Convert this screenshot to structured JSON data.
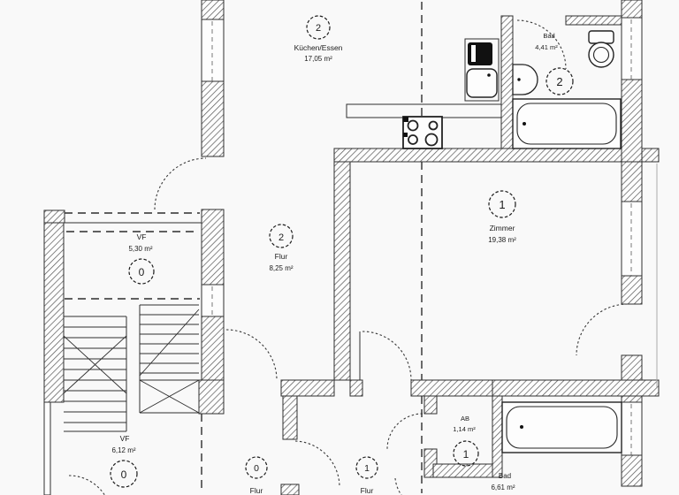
{
  "rooms": {
    "kitchen": {
      "number": "2",
      "name": "Küchen/Essen",
      "area": "17,05 m²"
    },
    "bad_top": {
      "number": "2",
      "name": "Bad",
      "area": "4,41 m²"
    },
    "zimmer": {
      "number": "1",
      "name": "Zimmer",
      "area": "19,38 m²"
    },
    "flur_main": {
      "number": "2",
      "name": "Flur",
      "area": "8,25 m²"
    },
    "vf_top": {
      "number": "0",
      "name": "VF",
      "area": "5,30 m²"
    },
    "vf_bottom": {
      "number": "0",
      "name": "VF",
      "area": "6,12 m²"
    },
    "flur_bottom_left": {
      "number": "0",
      "name": "Flur"
    },
    "flur_bottom_right": {
      "number": "1",
      "name": "Flur"
    },
    "ab": {
      "number": "1",
      "name": "AB",
      "area": "1,14 m²"
    },
    "bad_bottom": {
      "name": "Bad",
      "area": "6,61 m²"
    }
  },
  "fixtures": [
    "bathtub",
    "toilet",
    "washbasin",
    "kitchen-sink",
    "stove",
    "stairs"
  ],
  "colors": {
    "paper": "#f9f9f9",
    "ink": "#2e2e2e",
    "hatch": "#555555"
  }
}
